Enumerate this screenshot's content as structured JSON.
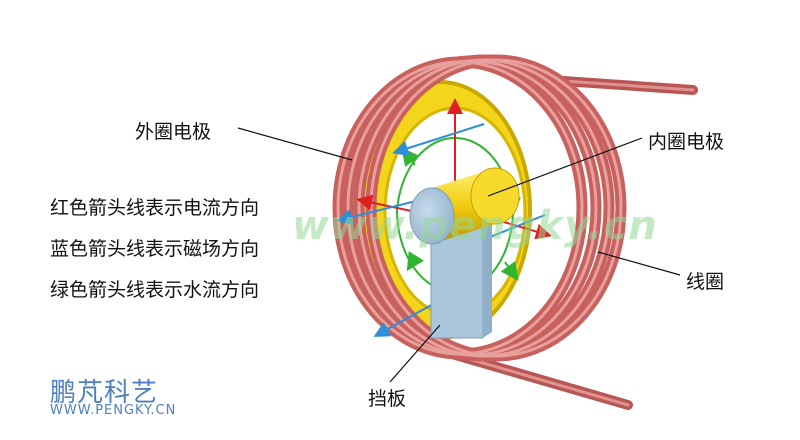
{
  "labels": {
    "outer_electrode": "外圈电极",
    "inner_electrode": "内圈电极",
    "coil": "线圈",
    "baffle": "挡板"
  },
  "legend": {
    "red": "红色箭头线表示电流方向",
    "blue": "蓝色箭头线表示磁场方向",
    "green": "绿色箭头线表示水流方向"
  },
  "watermark": "www.pengky.cn",
  "brand": {
    "name": "鹏芃科艺",
    "url": "WWW.PENGKY.CN"
  },
  "colors": {
    "current_arrow": "#e02020",
    "magnetic_arrow": "#2e8ed8",
    "water_arrow": "#2fb52f",
    "coil": "#cc6a68",
    "electrode": "#f0d21a",
    "baffle": "#a9c6dc",
    "brand": "#4f7fc3"
  }
}
